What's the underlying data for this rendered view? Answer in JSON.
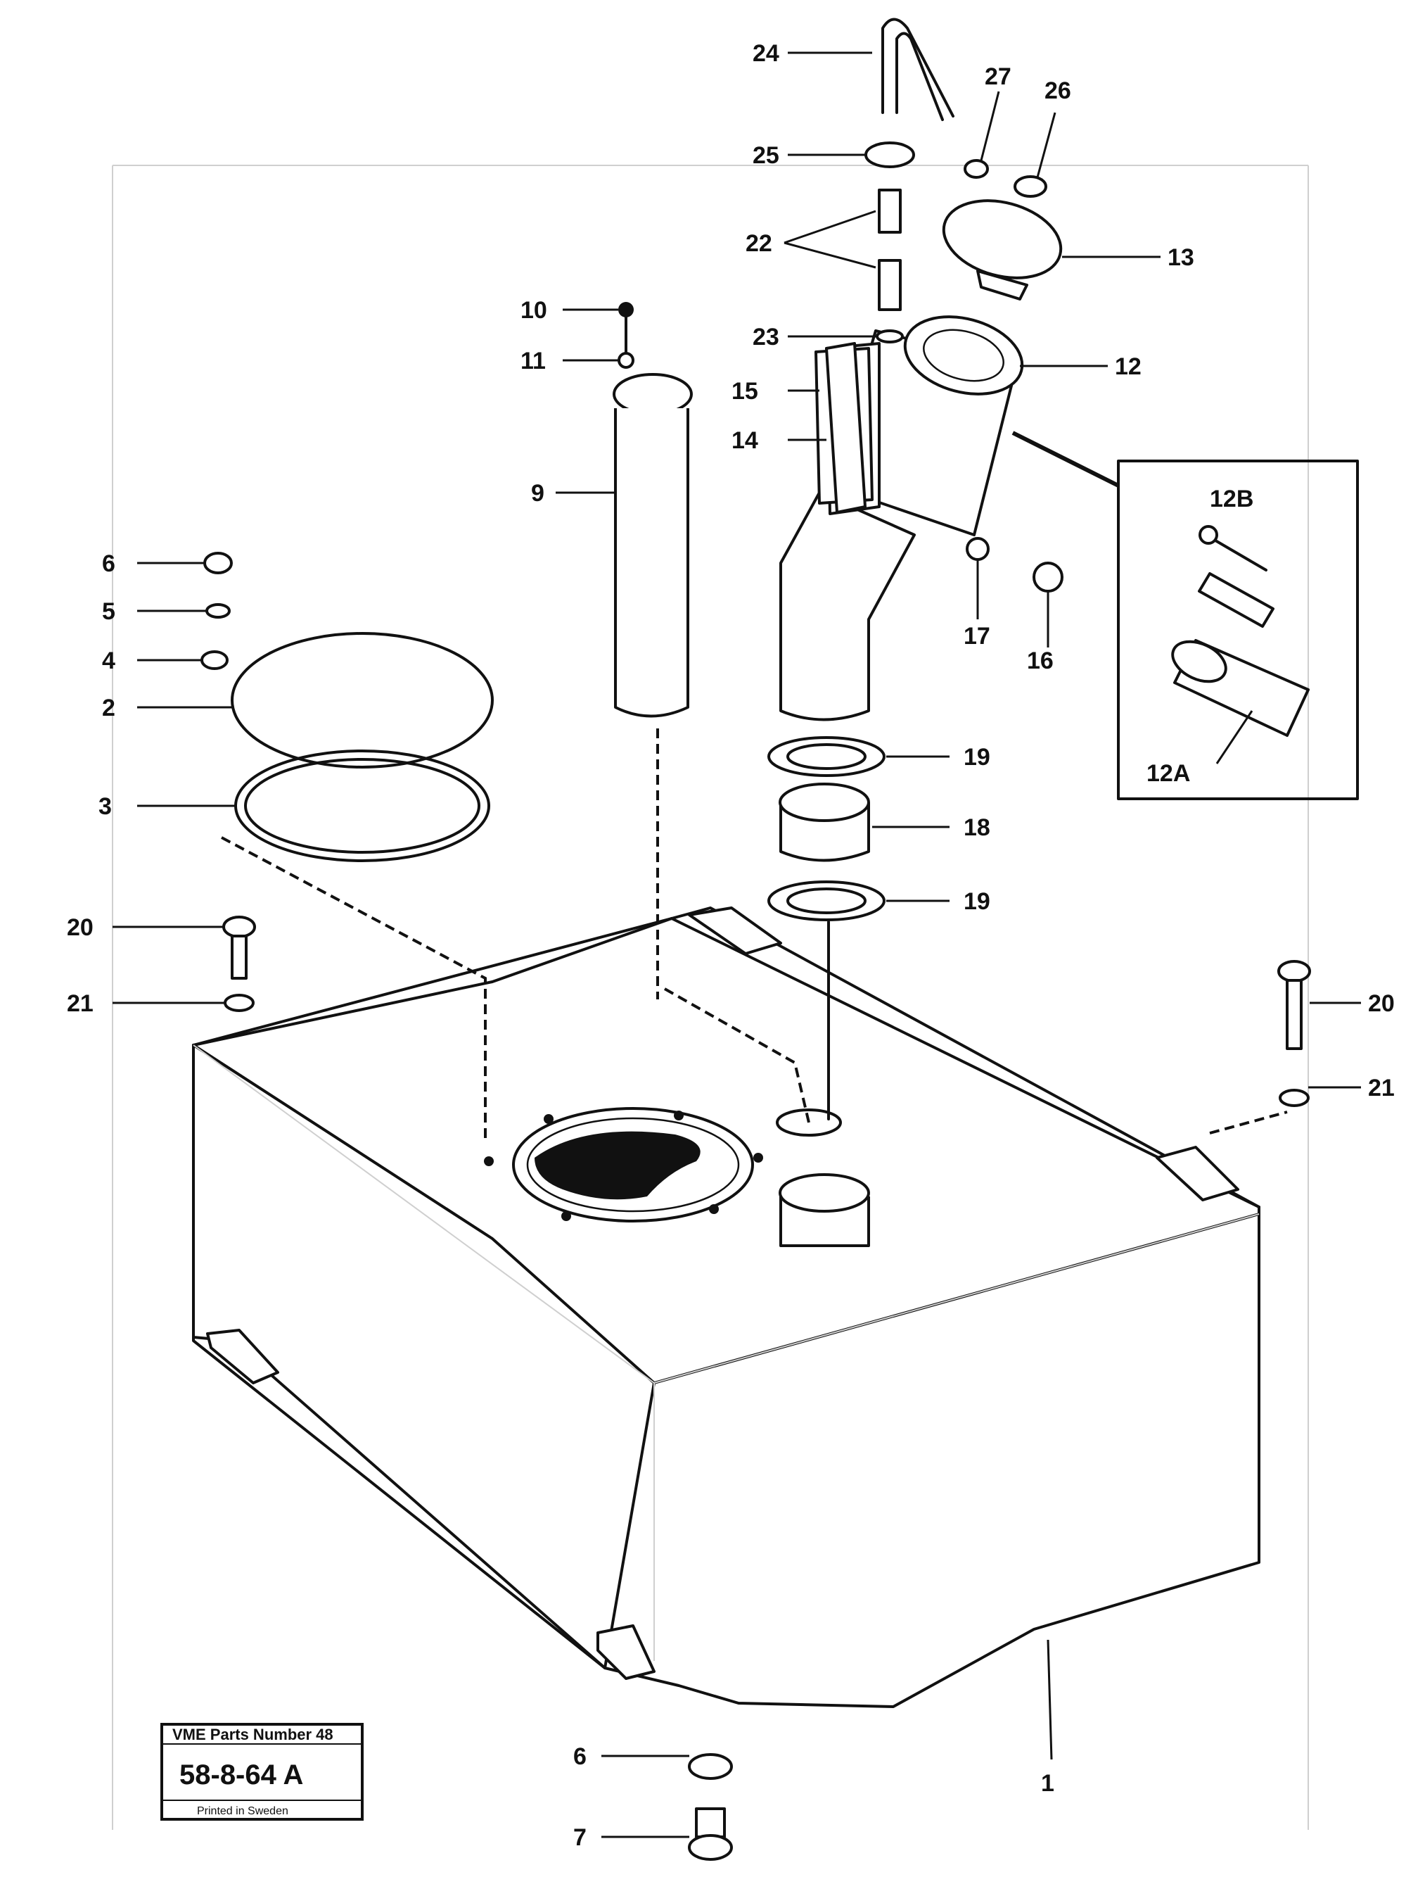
{
  "diagram": {
    "labels": {
      "l1": "1",
      "l2": "2",
      "l3": "3",
      "l4": "4",
      "l5": "5",
      "l6": "6",
      "l6b": "6",
      "l7": "7",
      "l9": "9",
      "l10": "10",
      "l11": "11",
      "l12": "12",
      "l12a": "12A",
      "l12b": "12B",
      "l13": "13",
      "l14": "14",
      "l15": "15",
      "l16": "16",
      "l17": "17",
      "l18": "18",
      "l19a": "19",
      "l19b": "19",
      "l20a": "20",
      "l20b": "20",
      "l21a": "21",
      "l21b": "21",
      "l22": "22",
      "l23": "23",
      "l24": "24",
      "l25": "25",
      "l26": "26",
      "l27": "27"
    },
    "stamp": {
      "title": "VME Parts Number 48",
      "code": "58-8-64 A",
      "footer": "Printed in Sweden"
    }
  }
}
